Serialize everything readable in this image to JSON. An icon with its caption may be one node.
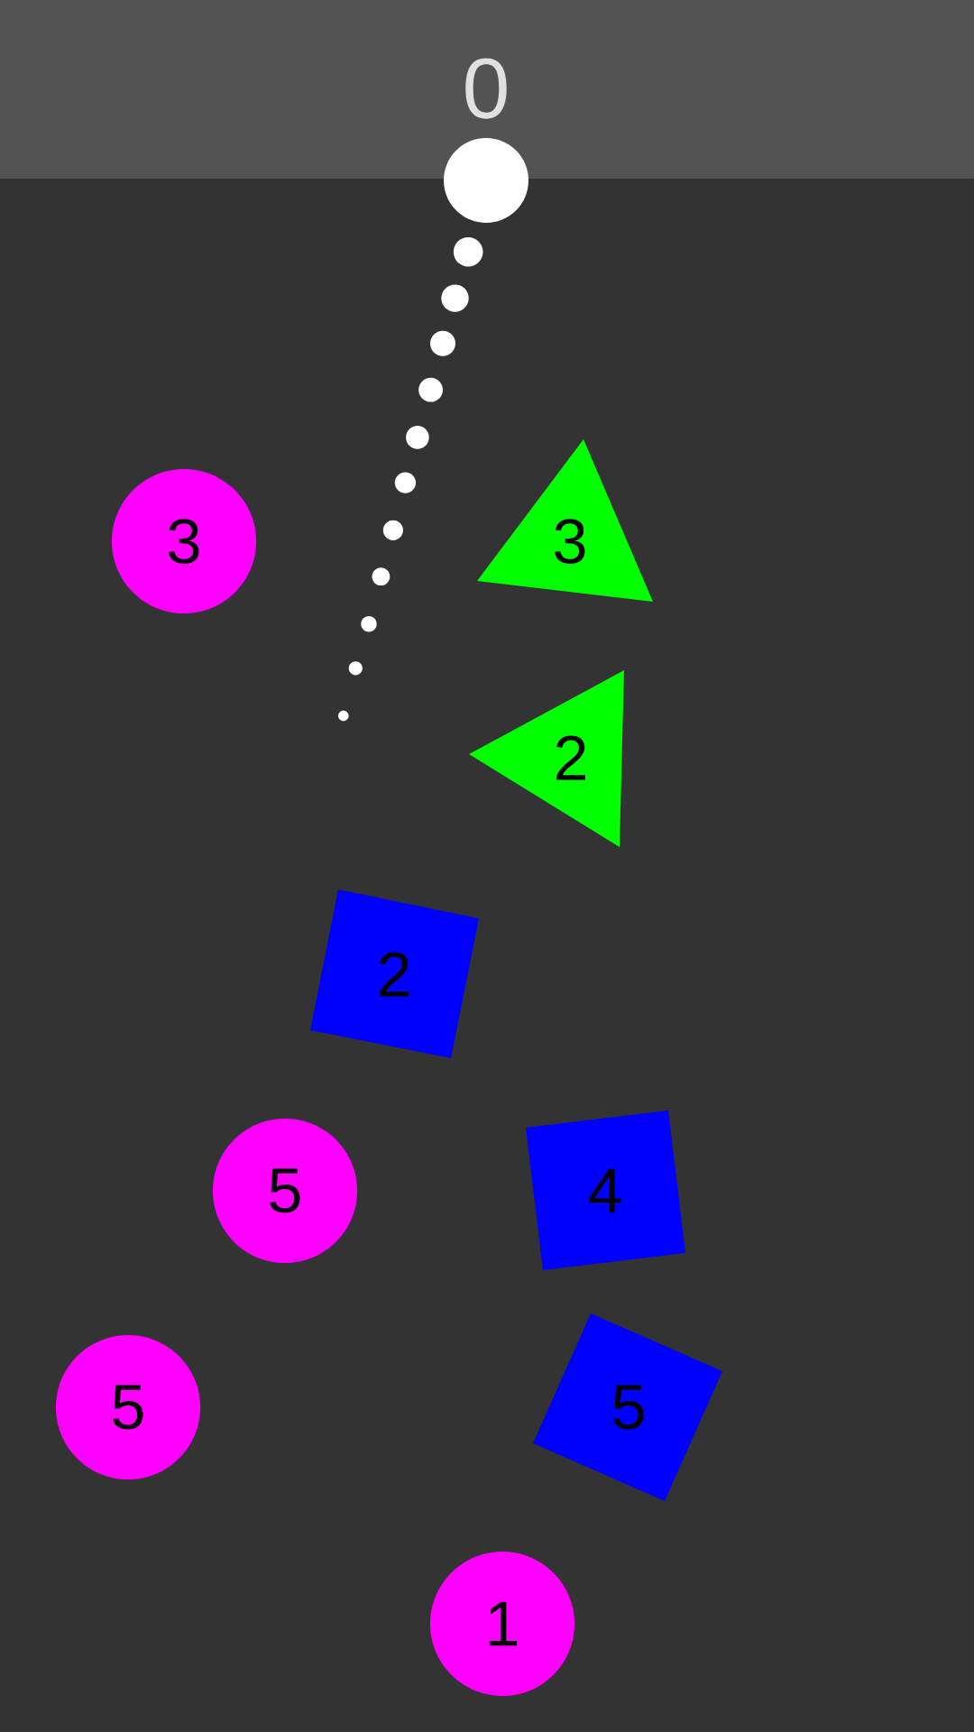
{
  "diagram": {
    "nodes": [
      {
        "text": [
          "3"
        ]
      },
      {
        "text": [
          "3"
        ]
      },
      {
        "text": [
          "2"
        ]
      },
      {
        "text": [
          "2"
        ]
      },
      {
        "text": [
          "5"
        ]
      },
      {
        "text": [
          "4"
        ]
      },
      {
        "text": [
          "5"
        ]
      },
      {
        "text": [
          "5"
        ]
      },
      {
        "text": [
          "1"
        ]
      }
    ],
    "labels": [
      "0"
    ]
  }
}
